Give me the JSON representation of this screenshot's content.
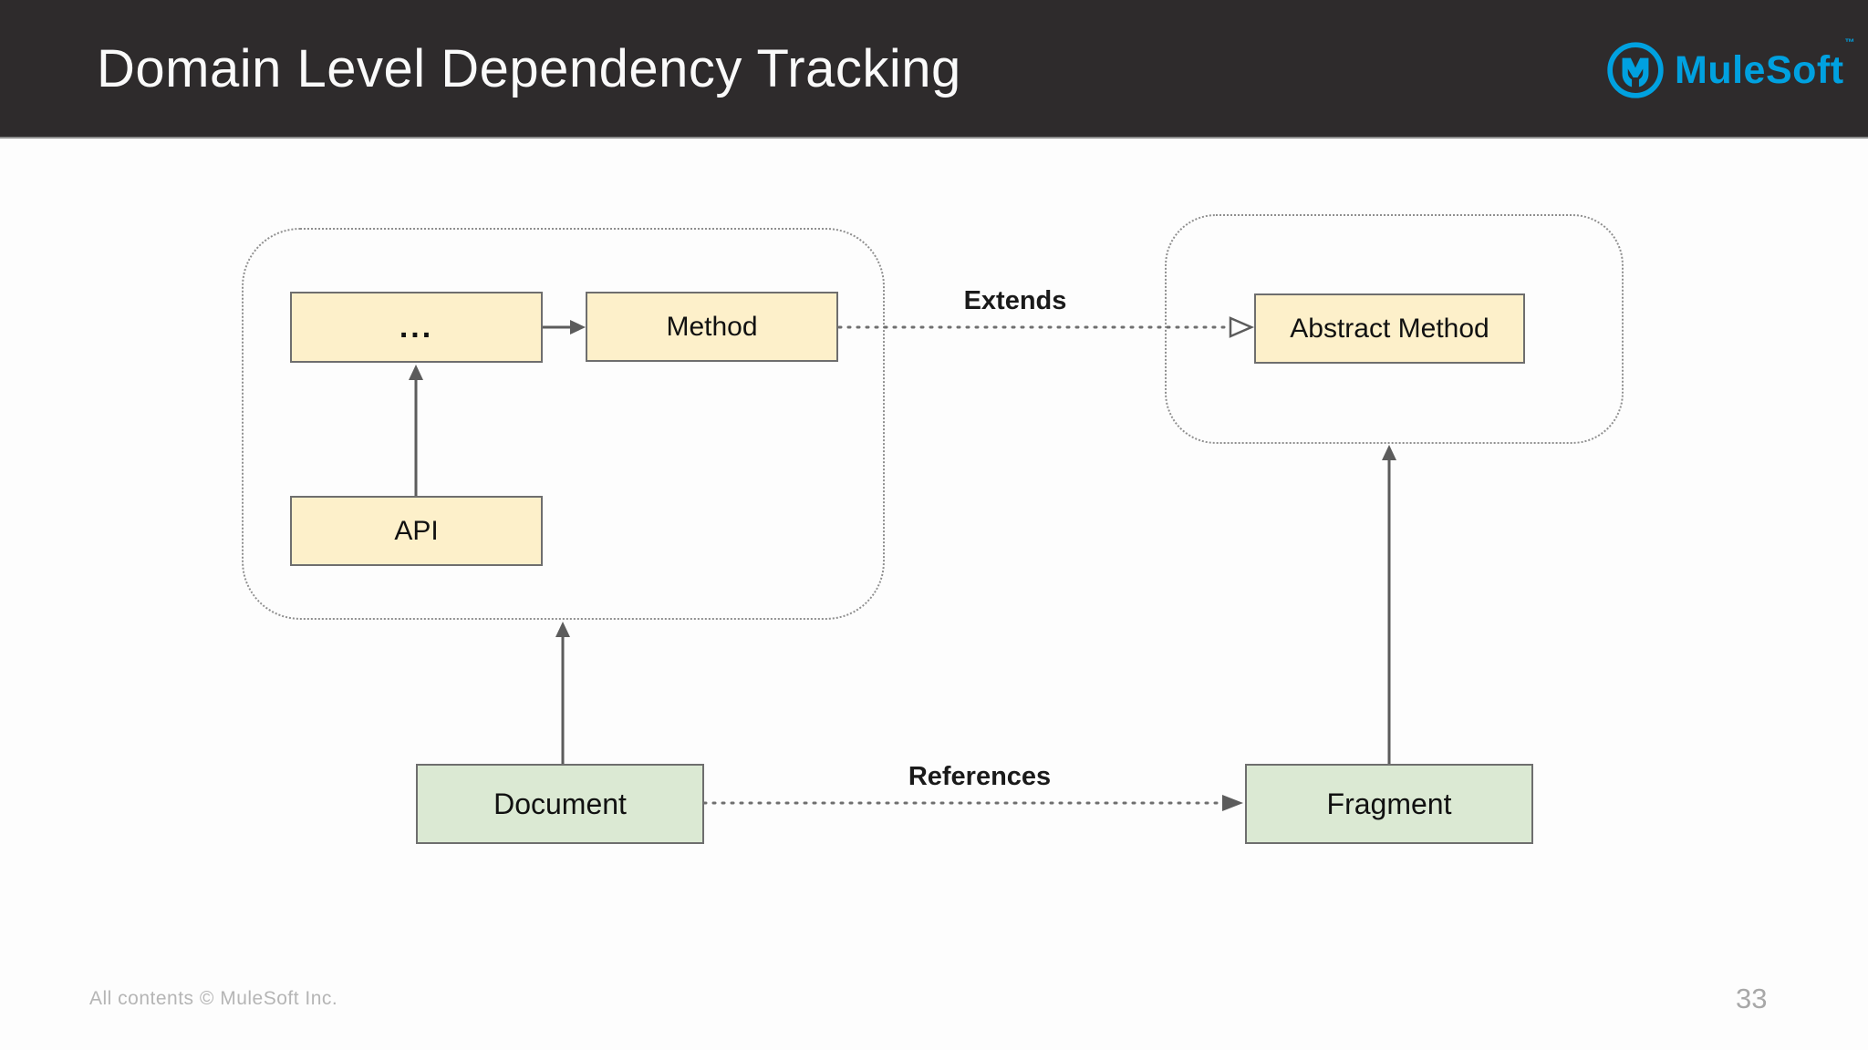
{
  "slide": {
    "title": "Domain Level Dependency Tracking",
    "copyright": "All contents © MuleSoft Inc.",
    "page_number": "33"
  },
  "brand": {
    "name": "MuleSoft",
    "trademark": "™"
  },
  "diagram": {
    "nodes": {
      "ellipsis": "...",
      "method": "Method",
      "api": "API",
      "abstract_method": "Abstract Method",
      "document": "Document",
      "fragment": "Fragment"
    },
    "edge_labels": {
      "extends": "Extends",
      "references": "References"
    }
  },
  "colors": {
    "header_bg": "#2e2b2c",
    "brand_blue": "#00a1e0",
    "node_yellow": "#fdf0ca",
    "node_green": "#dbe9d3",
    "node_border": "#6e6e6e",
    "arrow_gray": "#5c5c5c",
    "dotted_gray": "#8f8f8f",
    "title_white": "#fafafa",
    "footer_gray": "#b5b5b5"
  }
}
